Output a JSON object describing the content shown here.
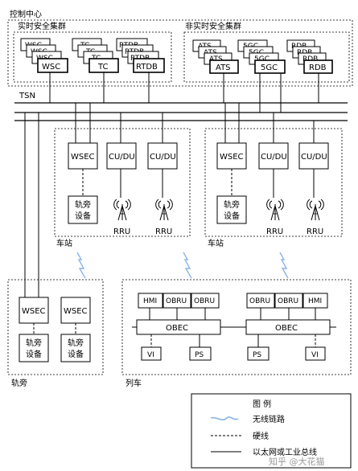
{
  "control_center": {
    "title": "控制中心",
    "realtime_cluster": "实时安全集群",
    "nonrealtime_cluster": "非实时安全集群",
    "stack_wsc": "WSC",
    "stack_tc": "TC",
    "stack_rtdb": "RTDB",
    "stack_ats": "ATS",
    "stack_5gc": "5GC",
    "stack_rdb": "RDB"
  },
  "network": {
    "tsn": "TSN"
  },
  "station": {
    "label": "车站",
    "wsec": "WSEC",
    "cudu": "CU/DU",
    "trackside_device": [
      "轨旁",
      "设备"
    ],
    "rru": "RRU"
  },
  "trackside": {
    "label": "轨旁",
    "wsec": "WSEC",
    "device": [
      "轨旁",
      "设备"
    ]
  },
  "train": {
    "label": "列车",
    "hmi": "HMI",
    "obru": "OBRU",
    "obec": "OBEC",
    "vi": "VI",
    "ps": "PS"
  },
  "legend": {
    "title": "图 例",
    "wireless": "无线链路",
    "hardwire": "硬线",
    "ethernet": "以太网或工业总线"
  },
  "watermark": "知乎 @大花猫"
}
